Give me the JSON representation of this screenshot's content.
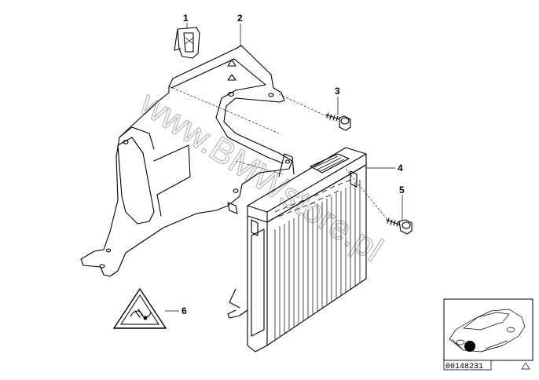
{
  "diagram": {
    "parts": [
      {
        "id": "1",
        "label": "1"
      },
      {
        "id": "2",
        "label": "2"
      },
      {
        "id": "3",
        "label": "3"
      },
      {
        "id": "4",
        "label": "4"
      },
      {
        "id": "5",
        "label": "5"
      },
      {
        "id": "6",
        "label": "6"
      }
    ],
    "watermark": "www.BMWstore.pl",
    "document_number": "00148231"
  }
}
